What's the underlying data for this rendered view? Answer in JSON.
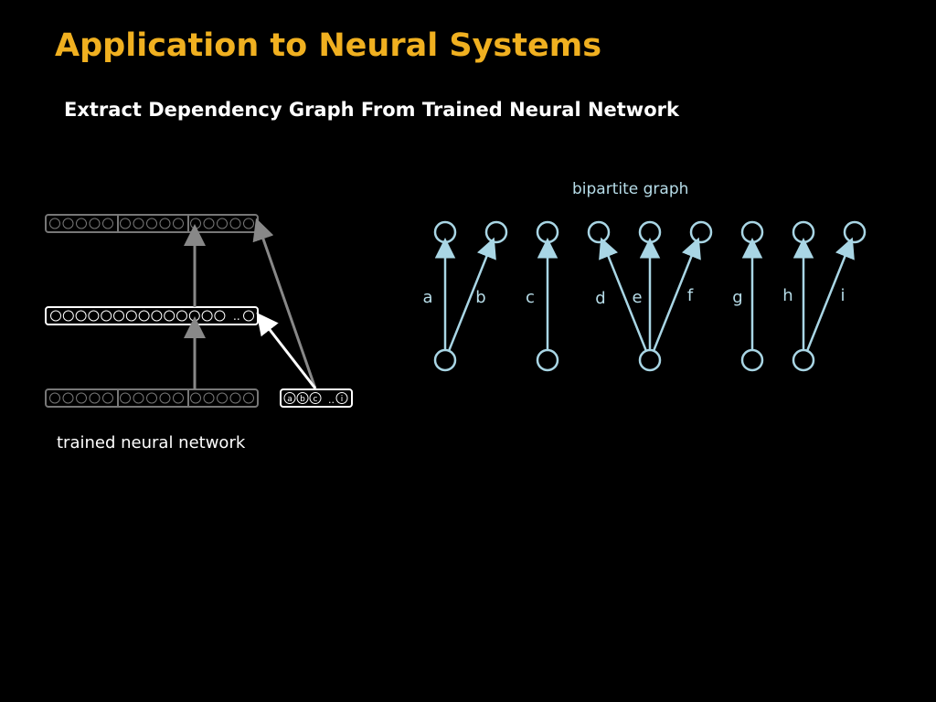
{
  "title": "Application to Neural Systems",
  "subtitle": "Extract Dependency Graph From Trained Neural Network",
  "neural_network": {
    "caption": "trained neural network",
    "middle_layer_ellipsis": "..",
    "input_labels": [
      "a",
      "b",
      "c"
    ],
    "input_ellipsis": "..",
    "input_last_label": "i"
  },
  "bipartite": {
    "caption": "bipartite graph",
    "labels": [
      "a",
      "b",
      "c",
      "d",
      "e",
      "f",
      "g",
      "h",
      "i"
    ]
  },
  "colors": {
    "title": "#f0b020",
    "graph": "#a9d6e5"
  }
}
